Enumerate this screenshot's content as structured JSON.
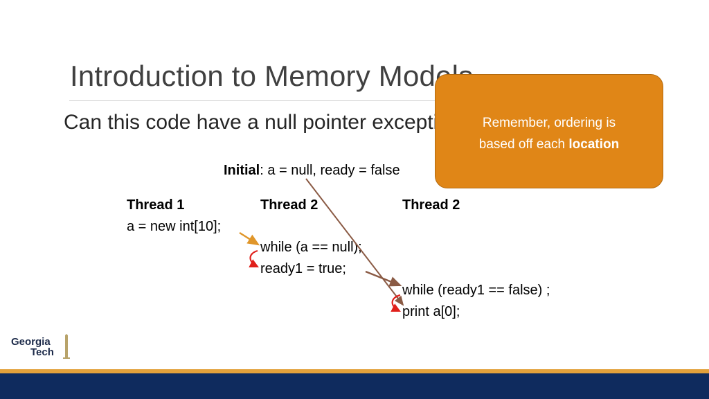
{
  "slide": {
    "title": "Introduction to Memory Models",
    "question": "Can this code have a null pointer exception?",
    "initial": {
      "label": "Initial",
      "text": ": a = null, ready = false"
    },
    "columns": {
      "thread1": {
        "header": "Thread 1",
        "lines": [
          "a = new int[10];"
        ]
      },
      "thread2a": {
        "header": "Thread 2",
        "lines": [
          "while (a == null);",
          "ready1 = true;"
        ]
      },
      "thread2b": {
        "header": "Thread 2",
        "lines": [
          "while (ready1 == false) ;",
          "print a[0];"
        ]
      }
    },
    "callout": {
      "line1": "Remember, ordering is",
      "line2_prefix": "based off each ",
      "line2_bold": "location"
    },
    "logo": {
      "line1": "Georgia",
      "line2": "Tech"
    },
    "colors": {
      "callout_fill": "#e08617",
      "arrow_orange": "#e0962a",
      "arrow_brown": "#8a5a44",
      "loop_red": "#e0201b",
      "footer_navy": "#0f2b5e",
      "footer_gold": "#e3a13b"
    }
  }
}
